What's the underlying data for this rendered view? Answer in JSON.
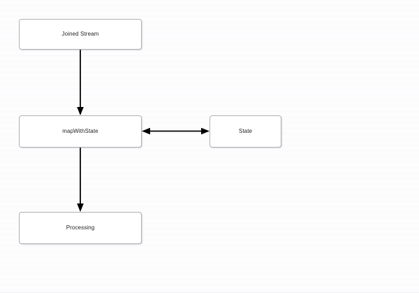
{
  "diagram": {
    "background_color": "#fdfdfe",
    "node_fill_color": "#ffffff",
    "node_border_color": "#b2b2b7",
    "edge_color": "#000000",
    "text_color": "#1f1f1f",
    "nodes": [
      {
        "id": "joined-stream",
        "label": "Joined Stream"
      },
      {
        "id": "map-with-state",
        "label": "mapWithState"
      },
      {
        "id": "state",
        "label": "State"
      },
      {
        "id": "processing",
        "label": "Processing"
      }
    ],
    "edges": [
      {
        "id": "joined-stream-to-map-with-state",
        "from": "joined-stream",
        "to": "map-with-state",
        "direction": "down",
        "arrowheads": "end"
      },
      {
        "id": "map-with-state-to-state",
        "from": "map-with-state",
        "to": "state",
        "direction": "horizontal",
        "arrowheads": "both"
      },
      {
        "id": "map-with-state-to-processing",
        "from": "map-with-state",
        "to": "processing",
        "direction": "down",
        "arrowheads": "end"
      }
    ]
  }
}
